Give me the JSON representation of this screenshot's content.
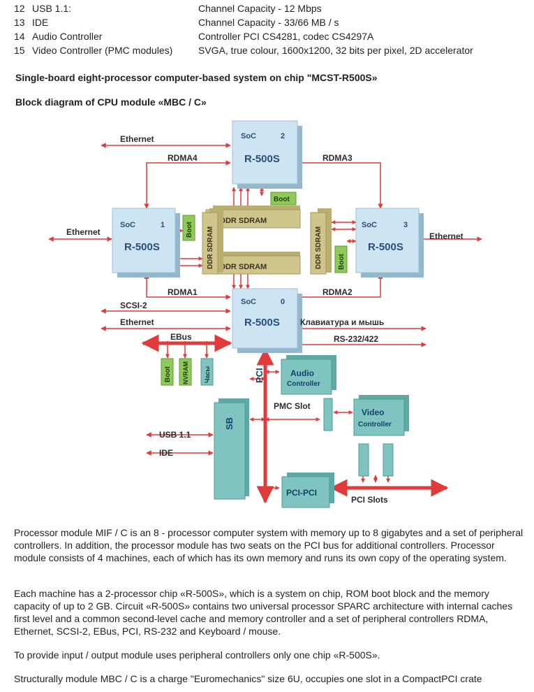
{
  "spec_rows": [
    {
      "num": "12",
      "label": "USB 1.1:",
      "value": "Channel Capacity - 12 Mbps"
    },
    {
      "num": "13",
      "label": "IDE",
      "value": "Channel Capacity - 33/66 MB / s"
    },
    {
      "num": "14",
      "label": "Audio Controller",
      "value": "Controller PCI CS4281, codec CS4297A"
    },
    {
      "num": "15",
      "label": "Video Controller (PMC modules)",
      "value": "SVGA, true colour, 1600x1200, 32 bits per pixel, 2D accelerator"
    }
  ],
  "heading1": "Single-board eight-processor computer-based system on chip \"MCST-R500S»",
  "heading2": "Block diagram of CPU module «MBC / C»",
  "diagram": {
    "soc": "SoC",
    "chip": "R-500S",
    "soc_nums": [
      "2",
      "1",
      "3",
      "0"
    ],
    "ethernet": "Ethernet",
    "rdma": [
      "RDMA4",
      "RDMA3",
      "RDMA1",
      "RDMA2"
    ],
    "ddr": "DDR SDRAM",
    "boot": "Boot",
    "nvram": "NVRAM",
    "clock": "Часы",
    "scsi": "SCSI-2",
    "keyboard": "Клавиатура и мышь",
    "rs232": "RS-232/422",
    "ebus": "EBus",
    "pci": "PCI",
    "audio": "Audio",
    "audio_sub": "Controller",
    "pmc_slot": "PMC Slot",
    "video": "Video",
    "video_sub": "Controller",
    "sb": "SB",
    "usb": "USB 1.1",
    "ide": "IDE",
    "pci_pci": "PCI-PCI",
    "pci_slots": "PCI Slots",
    "colors": {
      "soc": "#cde4f2",
      "green": "#8ec95a",
      "olive": "#cfc58a",
      "teal": "#7fc4c0",
      "red": "#e03a3a"
    }
  },
  "paragraphs": [
    " Processor module MIF / C is an 8 - processor computer system with memory up to 8 gigabytes and a set of peripheral controllers. In addition, the processor module has two seats on the PCI bus for additional controllers.  Processor module consists of 4 machines, each of which has its own memory and runs its own copy of the operating system.",
    " Each machine has a 2-processor chip «R-500S», which is a system on chip, ROM boot block and the memory capacity of up to 2 GB.  Circuit «R-500S» contains two universal processor SPARC architecture with internal caches first level and a common second-level cache and memory controller and a set of peripheral controllers RDMA, Ethernet, SCSI-2, EBus, PCI, RS-232 and Keyboard / mouse.",
    " To provide input / output module uses peripheral controllers only one chip «R-500S».",
    " Structurally module MBC / C is a charge \"Euromechanics\" size 6U, occupies one slot in a CompactPCI crate"
  ]
}
